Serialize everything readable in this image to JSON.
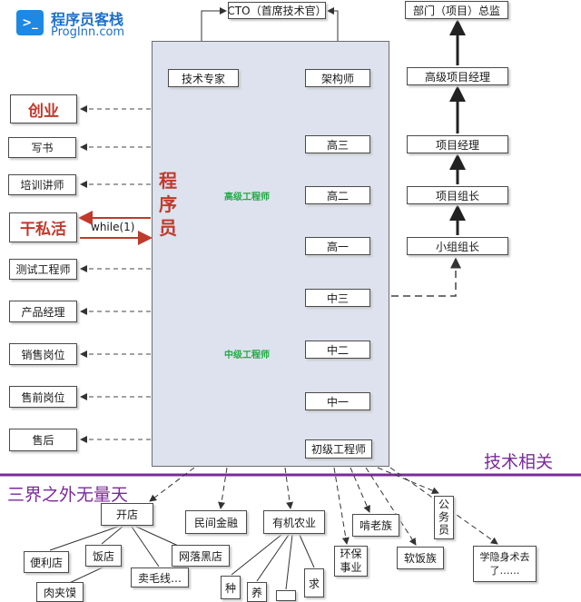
{
  "logo": {
    "name": "程序员客栈",
    "url": "ProgInn.com"
  },
  "panel_label": "程序员",
  "top": {
    "cto": "CTO（首席技术官）",
    "tech_expert": "技术专家",
    "architect": "架构师"
  },
  "levels": {
    "senior3": "高三",
    "senior2": "高二",
    "senior1": "高一",
    "mid3": "中三",
    "mid2": "中二",
    "mid1": "中一",
    "junior": "初级工程师"
  },
  "groups": {
    "senior": "高级工程师",
    "mid": "中级工程师"
  },
  "mgmt": {
    "director": "部门（项目）总监",
    "senior_pm": "高级项目经理",
    "pm": "项目经理",
    "lead": "项目组长",
    "group_lead": "小组组长"
  },
  "left": {
    "startup": "创业",
    "writing": "写书",
    "trainer": "培训讲师",
    "side_job": "干私活",
    "side_job_loop": "while(1)",
    "tester": "测试工程师",
    "product": "产品经理",
    "sales": "销售岗位",
    "presales": "售前岗位",
    "aftersales": "售后"
  },
  "divider": {
    "tech": "技术相关",
    "other": "三界之外无量天"
  },
  "bottom": {
    "shop": "开店",
    "finance": "民间金融",
    "farming": "有机农业",
    "green": "环保事业",
    "landlord": "啃老族",
    "civil": "公务员",
    "softrice": "软饭族",
    "hermit": "学隐身术去了……",
    "store": "便利店",
    "restaurant": "饭店",
    "netcafe": "网落黑店",
    "wool": "卖毛线…",
    "meat": "肉夹馍",
    "plant": "种",
    "raise": "养",
    "seek": "求"
  },
  "colors": {
    "panel": "#dde2ee",
    "green": "#22aa44",
    "red": "#c0392b",
    "purple": "#7a2a9a"
  }
}
